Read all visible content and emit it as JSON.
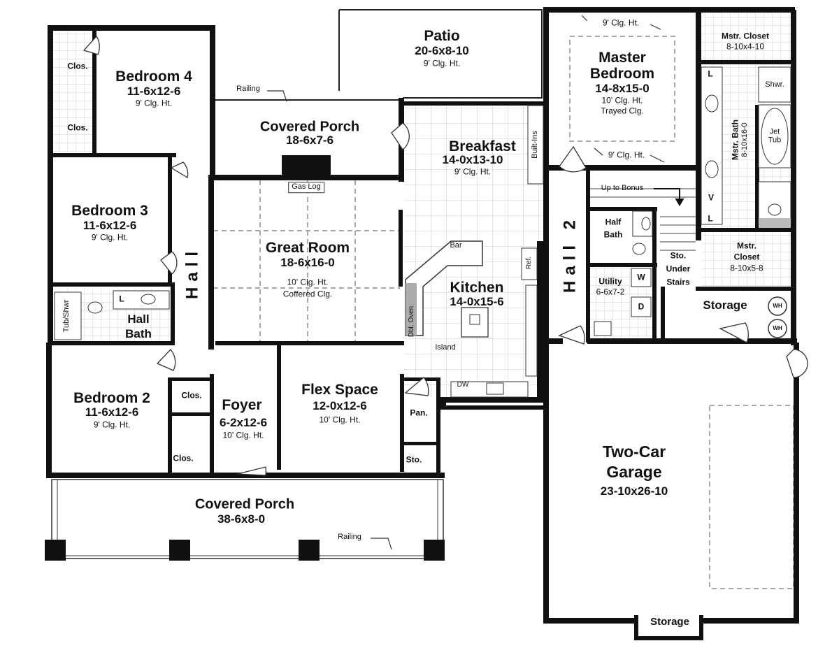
{
  "rooms": {
    "patio": {
      "name": "Patio",
      "dims": "20-6x8-10",
      "ceiling": "9' Clg. Ht."
    },
    "bedroom4": {
      "name": "Bedroom 4",
      "dims": "11-6x12-6",
      "ceiling": "9' Clg. Ht."
    },
    "bedroom3": {
      "name": "Bedroom 3",
      "dims": "11-6x12-6",
      "ceiling": "9' Clg. Ht."
    },
    "bedroom2": {
      "name": "Bedroom 2",
      "dims": "11-6x12-6",
      "ceiling": "9' Clg. Ht."
    },
    "covered_porch_rear": {
      "name": "Covered Porch",
      "dims": "18-6x7-6"
    },
    "great_room": {
      "name": "Great Room",
      "dims": "18-6x16-0",
      "ceiling": "10' Clg. Ht.",
      "ceiling_type": "Coffered Clg."
    },
    "breakfast": {
      "name": "Breakfast",
      "dims": "14-0x13-10",
      "ceiling": "9' Clg. Ht."
    },
    "kitchen": {
      "name": "Kitchen",
      "dims": "14-0x15-6"
    },
    "master_bedroom": {
      "name_line1": "Master",
      "name_line2": "Bedroom",
      "dims": "14-8x15-0",
      "ceiling": "10' Clg. Ht.",
      "ceiling_type": "Trayed Clg."
    },
    "master_closet_top": {
      "name": "Mstr. Closet",
      "dims": "8-10x4-10"
    },
    "master_bath": {
      "name": "Mstr. Bath",
      "dims": "8-10x16-0"
    },
    "master_closet_bottom": {
      "name_line1": "Mstr.",
      "name_line2": "Closet",
      "dims": "8-10x5-8"
    },
    "half_bath": {
      "name_line1": "Half",
      "name_line2": "Bath"
    },
    "utility": {
      "name": "Utility",
      "dims": "6-6x7-2"
    },
    "storage_under_stairs": {
      "line1": "Sto.",
      "line2": "Under",
      "line3": "Stairs"
    },
    "storage_mid": {
      "name": "Storage"
    },
    "hall_bath": {
      "name_line1": "Hall",
      "name_line2": "Bath"
    },
    "foyer": {
      "name": "Foyer",
      "dims": "6-2x12-6",
      "ceiling": "10' Clg. Ht."
    },
    "flex_space": {
      "name": "Flex Space",
      "dims": "12-0x12-6",
      "ceiling": "10' Clg. Ht."
    },
    "garage": {
      "name_line1": "Two-Car",
      "name_line2": "Garage",
      "dims": "23-10x26-10"
    },
    "storage_garage": {
      "name": "Storage"
    },
    "covered_porch_front": {
      "name": "Covered Porch",
      "dims": "38-6x8-0"
    },
    "hall": {
      "name": "Hall"
    },
    "hall2": {
      "name": "Hall 2"
    }
  },
  "labels": {
    "clos": "Clos.",
    "tub_shwr": "Tub/Shwr",
    "railing": "Railing",
    "gas_log": "Gas Log",
    "built_ins": "Built-Ins",
    "bar": "Bar",
    "ref": "Ref.",
    "dbl_oven": "Dbl. Oven",
    "island": "Island",
    "dw": "DW",
    "pan": "Pan.",
    "sto": "Sto.",
    "up_to_bonus": "Up to Bonus",
    "shwr": "Shwr.",
    "jet_tub": "Jet Tub",
    "wh": "WH",
    "l": "L",
    "v": "V",
    "w": "W",
    "d": "D",
    "clg_9": "9' Clg. Ht."
  }
}
